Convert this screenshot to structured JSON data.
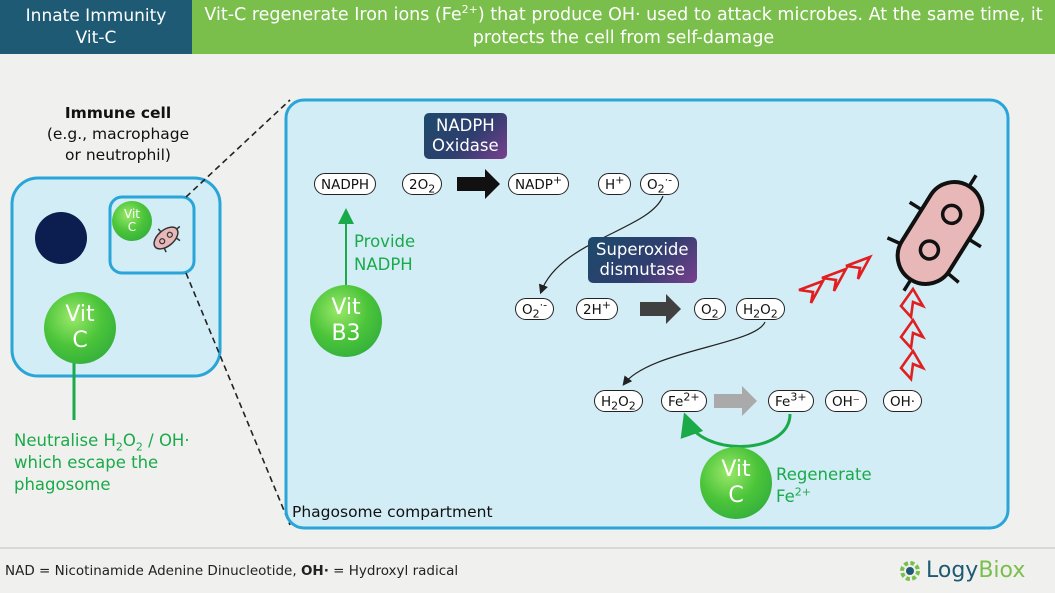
{
  "header": {
    "left_line1": "Innate Immunity",
    "left_line2": "Vit-C",
    "right_part1": "Vit-C regenerate Iron ions (Fe",
    "right_sup": "2+",
    "right_part2": ") that produce OH· used to attack microbes. At the same time, it protects the cell from self-damage"
  },
  "immune_cell": {
    "title": "Immune cell",
    "subtitle_line1": "(e.g., macrophage",
    "subtitle_line2": "or neutrophil)",
    "vit_small_line1": "Vit",
    "vit_small_line2": "C",
    "vit_big_line1": "Vit",
    "vit_big_line2": "C",
    "neutralise_line1_a": "Neutralise H",
    "neutralise_sub1": "2",
    "neutralise_line1_b": "O",
    "neutralise_sub2": "2",
    "neutralise_line1_c": " / OH·",
    "neutralise_line2": "which escape the",
    "neutralise_line3": "phagosome"
  },
  "phagosome": {
    "label": "Phagosome compartment",
    "enzyme1_line1": "NADPH",
    "enzyme1_line2": "Oxidase",
    "enzyme2_line1": "Superoxide",
    "enzyme2_line2": "dismutase",
    "row1": {
      "nadph": "NADPH",
      "o2_a": "2O",
      "o2_sub": "2",
      "nadp": "NADP",
      "nadp_sup": "+",
      "h": "H",
      "h_sup": "+",
      "sup_o": "O",
      "sup_o_sub": "2",
      "sup_o_sup": "·-"
    },
    "row2": {
      "sup_o": "O",
      "sup_o_sub": "2",
      "sup_o_sup": "·-",
      "h2": "2H",
      "h2_sup": "+",
      "o2": "O",
      "o2_sub": "2",
      "h2o2_a": "H",
      "h2o2_sub1": "2",
      "h2o2_b": "O",
      "h2o2_sub2": "2"
    },
    "row3": {
      "h2o2_a": "H",
      "h2o2_sub1": "2",
      "h2o2_b": "O",
      "h2o2_sub2": "2",
      "fe2": "Fe",
      "fe2_sup": "2+",
      "fe3": "Fe",
      "fe3_sup": "3+",
      "oh_minus": "OH⁻",
      "oh_radical": "OH·"
    },
    "vit_b3_line1": "Vit",
    "vit_b3_line2": "B3",
    "provide_line1": "Provide",
    "provide_line2": "NADPH",
    "vit_c_line1": "Vit",
    "vit_c_line2": "C",
    "regenerate_line1": "Regenerate",
    "regenerate_line2": "Fe",
    "regenerate_sup": "2+"
  },
  "footer": {
    "footnote_a": "NAD = Nicotinamide Adenine Dinucleotide, ",
    "footnote_b": "OH·",
    "footnote_c": " = Hydroxyl radical",
    "logo_a": "Logy",
    "logo_b": "Biox"
  },
  "colors": {
    "header_left": "#1e5a73",
    "header_right": "#7abf4b",
    "cell_fill": "#d2edf6",
    "cell_border": "#2aa5d8",
    "vitamin_green": "#3cb84a",
    "microbe_fill": "#e8b8b8",
    "attack_arrow": "#e02020"
  }
}
